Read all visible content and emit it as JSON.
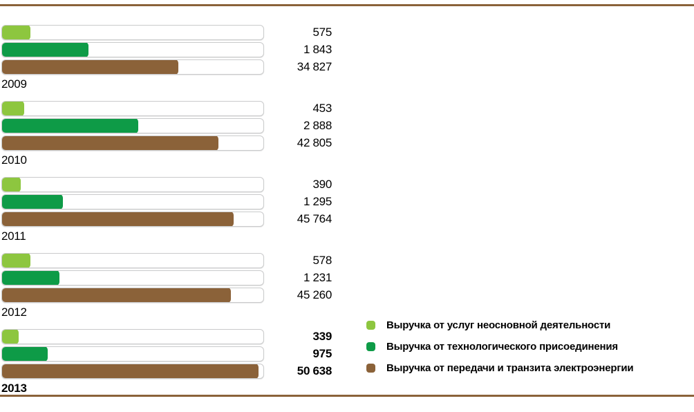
{
  "rules_color": "#8a6239",
  "chart_data": {
    "type": "bar",
    "orientation": "horizontal",
    "title": "",
    "categories": [
      "2009",
      "2010",
      "2011",
      "2012",
      "2013"
    ],
    "highlight_category": "2013",
    "grid": false,
    "legend_position": "bottom-right",
    "track_color": "#ffffff",
    "track_border_color": "#c9cacb",
    "series": [
      {
        "name": "Выручка от услуг неосновной деятельности",
        "color": "#8dc63f",
        "axis_max": 5200,
        "values": [
          575,
          453,
          390,
          578,
          339
        ],
        "labels": [
          "575",
          "453",
          "390",
          "578",
          "339"
        ]
      },
      {
        "name": "Выручка от технологического присоединения",
        "color": "#0e9b47",
        "axis_max": 5513,
        "values": [
          1843,
          2888,
          1295,
          1231,
          975
        ],
        "labels": [
          "1 843",
          "2 888",
          "1 295",
          "1 231",
          "975"
        ]
      },
      {
        "name": "Выручка от передачи и транзита электроэнергии",
        "color": "#8b6239",
        "axis_max": 51500,
        "values": [
          34827,
          42805,
          45764,
          45260,
          50638
        ],
        "labels": [
          "34 827",
          "42 805",
          "45 764",
          "45 260",
          "50 638"
        ]
      }
    ]
  }
}
